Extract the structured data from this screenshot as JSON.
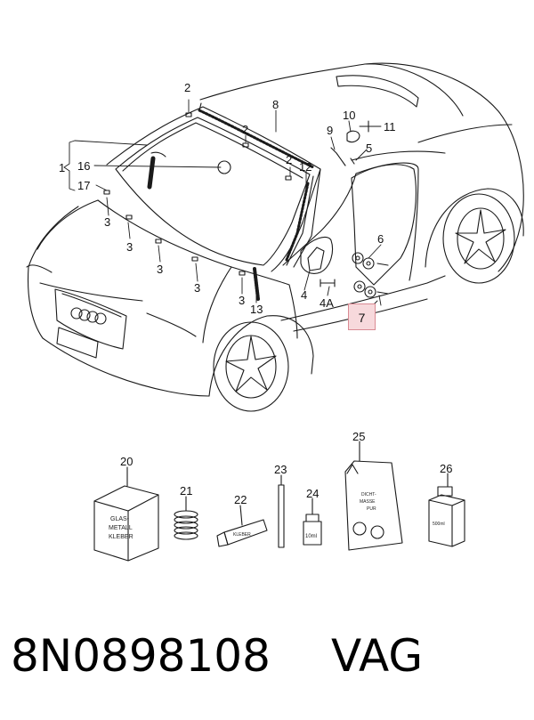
{
  "callouts": {
    "c1": "1",
    "c2a": "2",
    "c2b": "2",
    "c2c": "2",
    "c3a": "3",
    "c3b": "3",
    "c3c": "3",
    "c3d": "3",
    "c3e": "3",
    "c4": "4",
    "c4a": "4A",
    "c5": "5",
    "c6": "6",
    "c7": "7",
    "c8": "8",
    "c9": "9",
    "c10": "10",
    "c11": "11",
    "c12": "12",
    "c13": "13",
    "c16": "16",
    "c17": "17",
    "c20": "20",
    "c21": "21",
    "c22": "22",
    "c23": "23",
    "c24": "24",
    "c25": "25",
    "c26": "26"
  },
  "product_labels": {
    "box_text": [
      "GLAS-",
      "METALL",
      "KLEBER"
    ],
    "tube_text": "KLEBER",
    "bottle_text": "10ml",
    "pouch_text": [
      "DICHT-",
      "MASSE",
      "PUR"
    ],
    "can_text": "500ml"
  },
  "footer": {
    "part_number": "8N0898108",
    "brand": "VAG"
  },
  "colors": {
    "line": "#1a1a1a",
    "highlight_fill": "#f7d9dc",
    "highlight_border": "#d98a93"
  }
}
